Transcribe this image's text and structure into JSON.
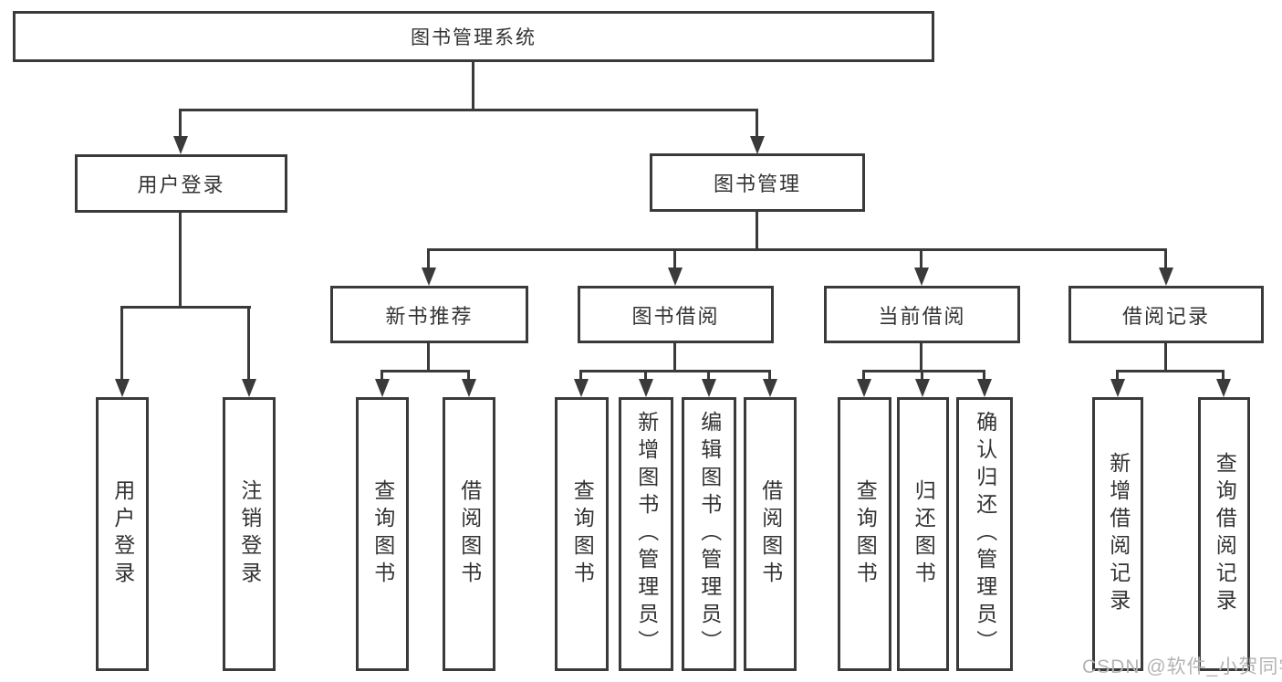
{
  "title": "图书管理系统",
  "tree": {
    "root": {
      "label": "图书管理系统"
    },
    "branches": [
      {
        "label": "用户登录",
        "children": [
          "用户登录",
          "注销登录"
        ]
      },
      {
        "label": "图书管理",
        "sections": [
          {
            "label": "新书推荐",
            "children": [
              "查询图书",
              "借阅图书"
            ]
          },
          {
            "label": "图书借阅",
            "children": [
              "查询图书",
              "新增图书（管理员）",
              "编辑图书（管理员）",
              "借阅图书"
            ]
          },
          {
            "label": "当前借阅",
            "children": [
              "查询图书",
              "归还图书",
              "确认归还（管理员）"
            ]
          },
          {
            "label": "借阅记录",
            "children": [
              "新增借阅记录",
              "查询借阅记录"
            ]
          }
        ]
      }
    ]
  },
  "watermark": "CSDN @软件_小贺同学",
  "colors": {
    "line": "#3a3a3a",
    "text": "#333333",
    "watermark": "#b4b4b4",
    "background": "#ffffff"
  }
}
